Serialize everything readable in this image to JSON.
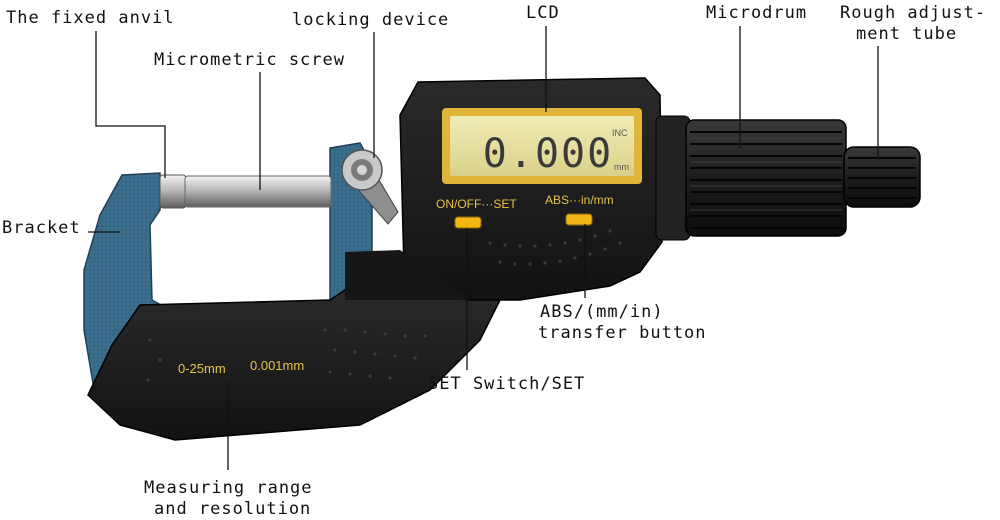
{
  "labels": {
    "fixed_anvil": "The fixed anvil",
    "locking_device": "locking device",
    "lcd": "LCD",
    "microdrum": "Microdrum",
    "rough_adjust_line1": "Rough adjust-",
    "rough_adjust_line2": "ment tube",
    "micrometric_screw": "Micrometric screw",
    "bracket": "Bracket",
    "abs_transfer_line1": "ABS/(mm/in)",
    "abs_transfer_line2": "transfer button",
    "set_switch": "SET Switch/SET",
    "measuring_line1": "Measuring range",
    "measuring_line2": "and resolution"
  },
  "device": {
    "lcd_reading": "0.000",
    "lcd_unit_top": "INC",
    "lcd_unit_bottom": "mm",
    "on_off_set_label": "ON/OFF···SET",
    "abs_in_mm_label": "ABS···in/mm",
    "range_text": "0-25mm",
    "resolution_text": "0.001mm"
  },
  "colors": {
    "frame_blue": "#3b6d8c",
    "body_black": "#1c1c1c",
    "lcd_bezel": "#e0b63a",
    "lcd_screen": "#ece6a4",
    "button_yellow": "#f2b617",
    "print_yellow": "#e8c24a"
  }
}
